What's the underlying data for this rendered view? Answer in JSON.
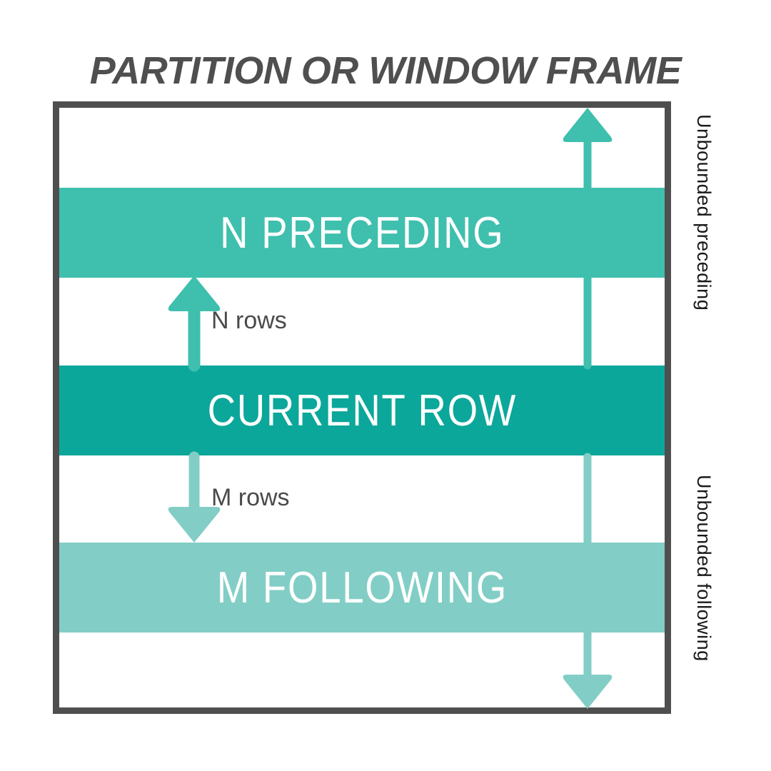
{
  "title": "PARTITION OR WINDOW FRAME",
  "bands": [
    {
      "id": "n-preceding",
      "label": "N PRECEDING",
      "color": "#3FBFAE"
    },
    {
      "id": "current-row",
      "label": "CURRENT ROW",
      "color": "#0BA79A"
    },
    {
      "id": "m-following",
      "label": "M FOLLOWING",
      "color": "#82CEC6"
    }
  ],
  "arrows": {
    "n_rows_label": "N rows",
    "m_rows_label": "M rows",
    "unbounded_preceding_arrow": "up-arrow",
    "unbounded_following_arrow": "down-arrow"
  },
  "side_labels": {
    "preceding": "Unbounded preceding",
    "following": "Unbounded following"
  },
  "colors": {
    "frame_border": "#4F4F4F",
    "title_text": "#4F4F4F",
    "teal_medium": "#3FBFAE",
    "teal_dark": "#0BA79A",
    "teal_light": "#82CEC6",
    "body_text": "#4A4A4A",
    "background": "#FFFFFF"
  }
}
